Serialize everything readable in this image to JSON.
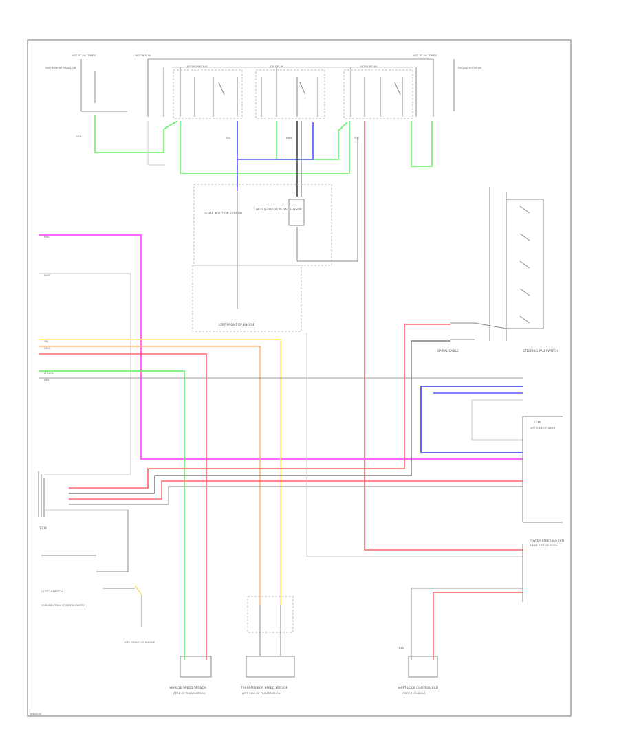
{
  "diagram": {
    "footer_code": "WD0035",
    "colors": {
      "green": "#66ee66",
      "blue": "#5555ff",
      "red": "#ff6666",
      "pink": "#ff66ff",
      "yellow": "#ffee66",
      "orange": "#ffbb77",
      "dark": "#555555",
      "gray": "#aaaaaa"
    },
    "top_labels": {
      "hot_left": "HOT AT ALL TIMES",
      "hot_mid": "HOT IN RUN",
      "hot_right": "HOT AT ALL TIMES",
      "relay_1": "EFI MAIN RELAY",
      "relay_2": "IGN RELAY",
      "relay_3": "HORN RELAY",
      "fuse_left": "INSTRUMENT PANEL J/B",
      "fuse_right": "ENGINE ROOM J/B"
    },
    "components": {
      "pps_left": "PEDAL POSITION SENSOR",
      "pps_right": "ACCELERATOR PEDAL SENSOR",
      "ground_center": "LEFT FRONT OF ENGINE",
      "steering_switch": "STEERING PAD SWITCH",
      "spiral_cable": "SPIRAL CABLE",
      "ecm": "ECM",
      "ecm_sub": "LEFT SIDE OF DASH",
      "ecm_right": "POWER STEERING ECU",
      "ecm_right_sub": "RIGHT SIDE OF DASH",
      "sensor_bl": "VEHICLE SPEED SENSOR",
      "sensor_bl_sub": "REAR OF TRANSMISSION",
      "sensor_bm": "TRANSMISSION SPEED SENSOR",
      "sensor_bm_sub": "LEFT SIDE OF TRANSMISSION",
      "sensor_br": "SHIFT LOCK CONTROL ECU",
      "sensor_br_sub": "CENTER CONSOLE",
      "clutch_switch": "CLUTCH SWITCH",
      "ground_left": "LEFT FRONT OF ENGINE",
      "neutral_switch": "PARK/NEUTRAL POSITION SWITCH",
      "left_block": "ECM"
    },
    "wire_codes": {
      "gw": "GRN",
      "bw": "BLU",
      "br": "BRN",
      "r": "RED",
      "p": "PNK",
      "y": "YEL",
      "o": "ORG",
      "lg": "LT GRN",
      "w": "WHT",
      "gry": "GRY",
      "blk": "BLK"
    }
  }
}
